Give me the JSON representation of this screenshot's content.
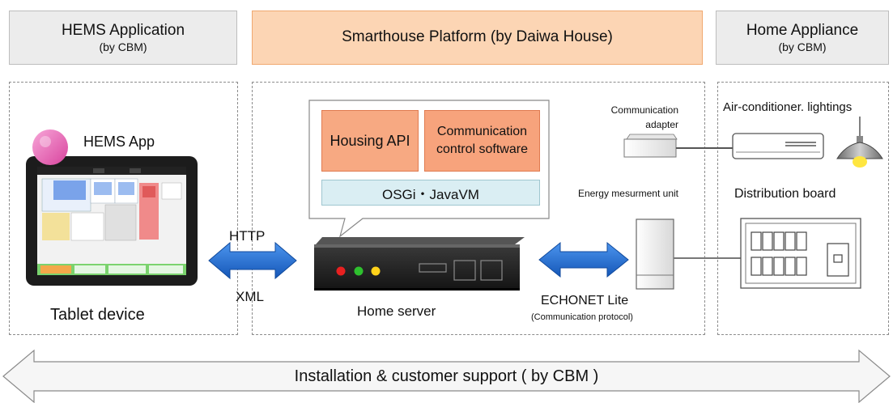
{
  "headers": {
    "hems": {
      "title": "HEMS Application",
      "sub": "(by CBM)"
    },
    "platform": {
      "title": "Smarthouse Platform (by Daiwa House)"
    },
    "appliance": {
      "title": "Home Appliance",
      "sub": "(by CBM)"
    }
  },
  "tablet": {
    "app_label": "HEMS App",
    "device_label": "Tablet device",
    "screen_title": "Current Energy Usage"
  },
  "protocol": {
    "top": "HTTP",
    "bottom": "XML"
  },
  "server": {
    "housing_api": "Housing API",
    "comm_software": "Communication control software",
    "osgi": "OSGi・JavaVM",
    "label": "Home server"
  },
  "echonet": {
    "title": "ECHONET Lite",
    "sub": "(Communication protocol)"
  },
  "adapter": {
    "label": "Communication adapter"
  },
  "energy_unit": {
    "label": "Energy mesurment unit"
  },
  "aircon": {
    "label": "Air-conditioner. lightings"
  },
  "distribution": {
    "label": "Distribution board"
  },
  "footer": {
    "label": "Installation & customer support ( by CBM )"
  },
  "colors": {
    "accent_blue": "#1f6fd6",
    "orange": "#f7a982",
    "teal": "#daeef3",
    "pink": "#e86ab6"
  }
}
